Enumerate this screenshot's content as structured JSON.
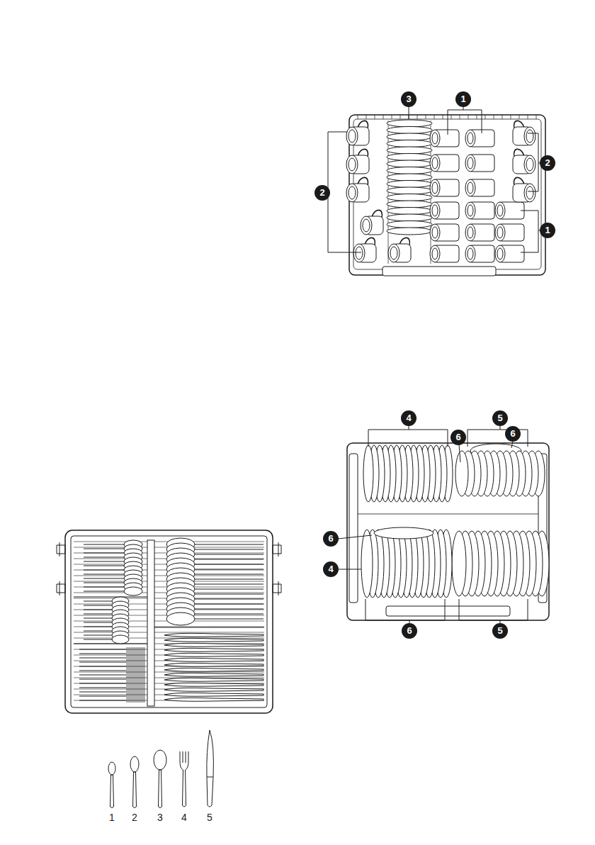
{
  "diagram": {
    "nodes": [
      {
        "text": [
          "3"
        ]
      },
      {
        "text": [
          "1"
        ]
      },
      {
        "text": [
          "2"
        ]
      },
      {
        "text": [
          "2"
        ]
      },
      {
        "text": [
          "1"
        ]
      },
      {
        "text": [
          "4"
        ]
      },
      {
        "text": [
          "5"
        ]
      },
      {
        "text": [
          "6"
        ]
      },
      {
        "text": [
          "6"
        ]
      },
      {
        "text": [
          "6"
        ]
      },
      {
        "text": [
          "4"
        ]
      },
      {
        "text": [
          "6"
        ]
      },
      {
        "text": [
          "5"
        ]
      }
    ],
    "labels": [
      "1",
      "2",
      "3",
      "4",
      "5"
    ]
  }
}
